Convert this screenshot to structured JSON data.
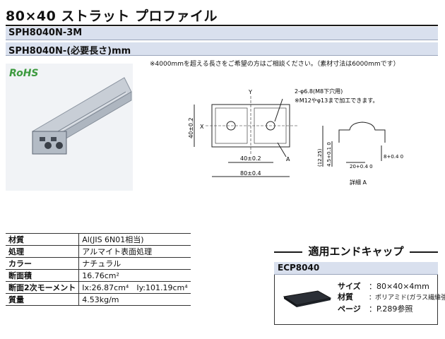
{
  "header": {
    "title": "80×40 ストラット プロファイル",
    "part_numbers": [
      "SPH8040N-3M",
      "SPH8040N-(必要長さ)mm"
    ]
  },
  "note": "※4000mmを超える長さをご希望の方はご相談ください。（素材寸法は6000mmです）",
  "badge": "RoHS",
  "drawing": {
    "label_y": "Y",
    "label_x": "X",
    "hole_note": "2-φ6.8(M8下穴用)",
    "hole_note2": "※M12やφ13まで加工できます。",
    "dim_40_height": "40±0.2",
    "dim_40_width": "40±0.2",
    "dim_80_width": "80±0.4",
    "label_a": "A",
    "detail_label": "詳細 A",
    "dim_12_25": "(12.25)",
    "dim_4_5": "4.5+0.1 0",
    "dim_8": "8+0.4 0",
    "dim_20": "20+0.4 0"
  },
  "specs": [
    {
      "label": "材質",
      "value": "Al(JIS 6N01相当)"
    },
    {
      "label": "処理",
      "value": "アルマイト表面処理"
    },
    {
      "label": "カラー",
      "value": "ナチュラル"
    },
    {
      "label": "断面積",
      "value": "16.76cm²"
    },
    {
      "label": "断面2次モーメント",
      "value": "Ix:26.87cm⁴　Iy:101.19cm⁴"
    },
    {
      "label": "質量",
      "value": "4.53kg/m"
    }
  ],
  "end_cap": {
    "heading": "適用エンドキャップ",
    "part": "ECP8040",
    "rows": [
      {
        "label": "サイズ",
        "value": "：80×40×4mm"
      },
      {
        "label": "材質",
        "value": "：ポリアミド(ガラス繊維強化)"
      },
      {
        "label": "ページ",
        "value": "：P.289参照"
      }
    ]
  },
  "colors": {
    "header_bar": "#d9e0ee",
    "rohs_green": "#3d9a3f"
  }
}
